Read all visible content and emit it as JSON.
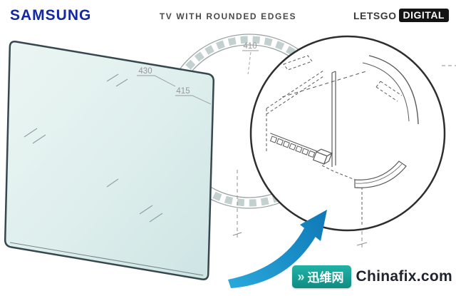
{
  "header": {
    "brand": "SAMSUNG",
    "title": "TV WITH ROUNDED EDGES",
    "logo": {
      "letsgo": "LETSGO",
      "digital": "DIGITAL"
    }
  },
  "figure": {
    "ref_410": "410",
    "ref_415": "415",
    "ref_430": "430"
  },
  "watermark": {
    "chevrons": "»",
    "badge": "迅维网",
    "site": "Chinafix.com"
  },
  "colors": {
    "samsung_blue": "#1428a0",
    "screen_tint": "#dcedec",
    "arrow_blue": "#1b98d5",
    "watermark_teal": "#18a69b",
    "line_gray": "#979797"
  }
}
